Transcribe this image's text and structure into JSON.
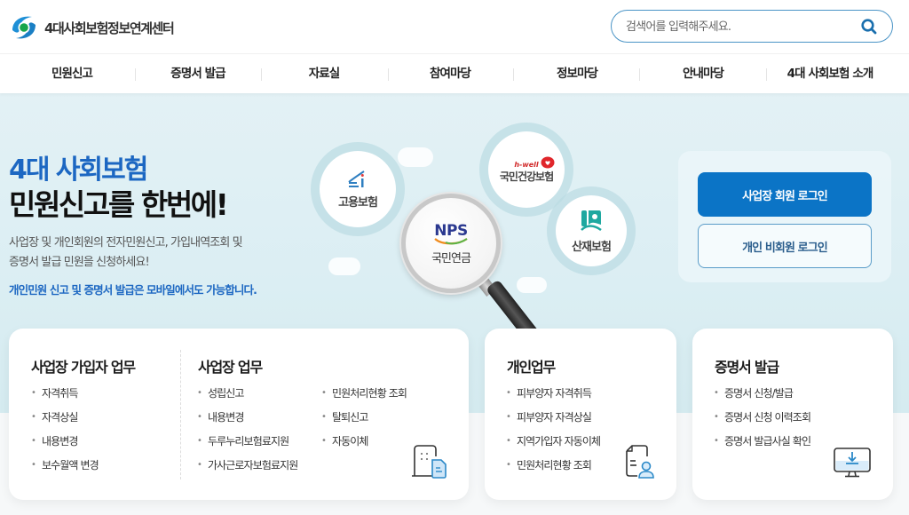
{
  "header": {
    "logo_text": "4대사회보험정보연계센터",
    "search": {
      "placeholder": "검색어를 입력해주세요.",
      "value": "",
      "button_icon": "search-icon"
    }
  },
  "nav": {
    "items": [
      {
        "label": "민원신고"
      },
      {
        "label": "증명서 발급"
      },
      {
        "label": "자료실"
      },
      {
        "label": "참여마당"
      },
      {
        "label": "정보마당"
      },
      {
        "label": "안내마당"
      },
      {
        "label": "4대 사회보험 소개"
      }
    ]
  },
  "hero": {
    "title_line1": "4대 사회보험",
    "title_line2": "민원신고를 한번에!",
    "description_line1": "사업장 및 개인회원의 전자민원신고, 가입내역조회 및",
    "description_line2": "증명서 발급 민원을 신청하세요!",
    "note": "개인민원 신고 및 증명서 발급은 모바일에서도 가능합니다.",
    "insurances": [
      {
        "name": "고용보험",
        "logo": "ei-logo-icon"
      },
      {
        "name": "국민건강보험",
        "brand": "h-well",
        "logo": "nhis-heart-icon"
      },
      {
        "name": "국민연금",
        "brand": "NPS",
        "logo": "nps-logo-icon"
      },
      {
        "name": "산재보험",
        "logo": "kcomwel-logo-icon"
      }
    ]
  },
  "login": {
    "business_label": "사업장 회원 로그인",
    "personal_label": "개인 비회원 로그인"
  },
  "cards": {
    "business_member": {
      "title": "사업장 가입자 업무",
      "items": [
        "자격취득",
        "자격상실",
        "내용변경",
        "보수월액 변경"
      ]
    },
    "business": {
      "title": "사업장 업무",
      "col1": [
        "성립신고",
        "내용변경",
        "두루누리보험료지원",
        "가사근로자보험료지원"
      ],
      "col2": [
        "민원처리현황 조회",
        "탈퇴신고",
        "자동이체"
      ],
      "icon": "building-document-icon"
    },
    "personal": {
      "title": "개인업무",
      "items": [
        "피부양자 자격취득",
        "피부양자 자격상실",
        "지역가입자 자동이체",
        "민원처리현황 조회"
      ],
      "icon": "document-person-icon"
    },
    "certificate": {
      "title": "증명서 발급",
      "items": [
        "증명서 신청/발급",
        "증명서 신청 이력조회",
        "증명서 발급사실 확인"
      ],
      "icon": "monitor-download-icon"
    }
  },
  "colors": {
    "primary_blue": "#0b74c6",
    "title_blue": "#1c67c2",
    "hero_bg": "#dbeef3",
    "search_border": "#4a94c6"
  }
}
